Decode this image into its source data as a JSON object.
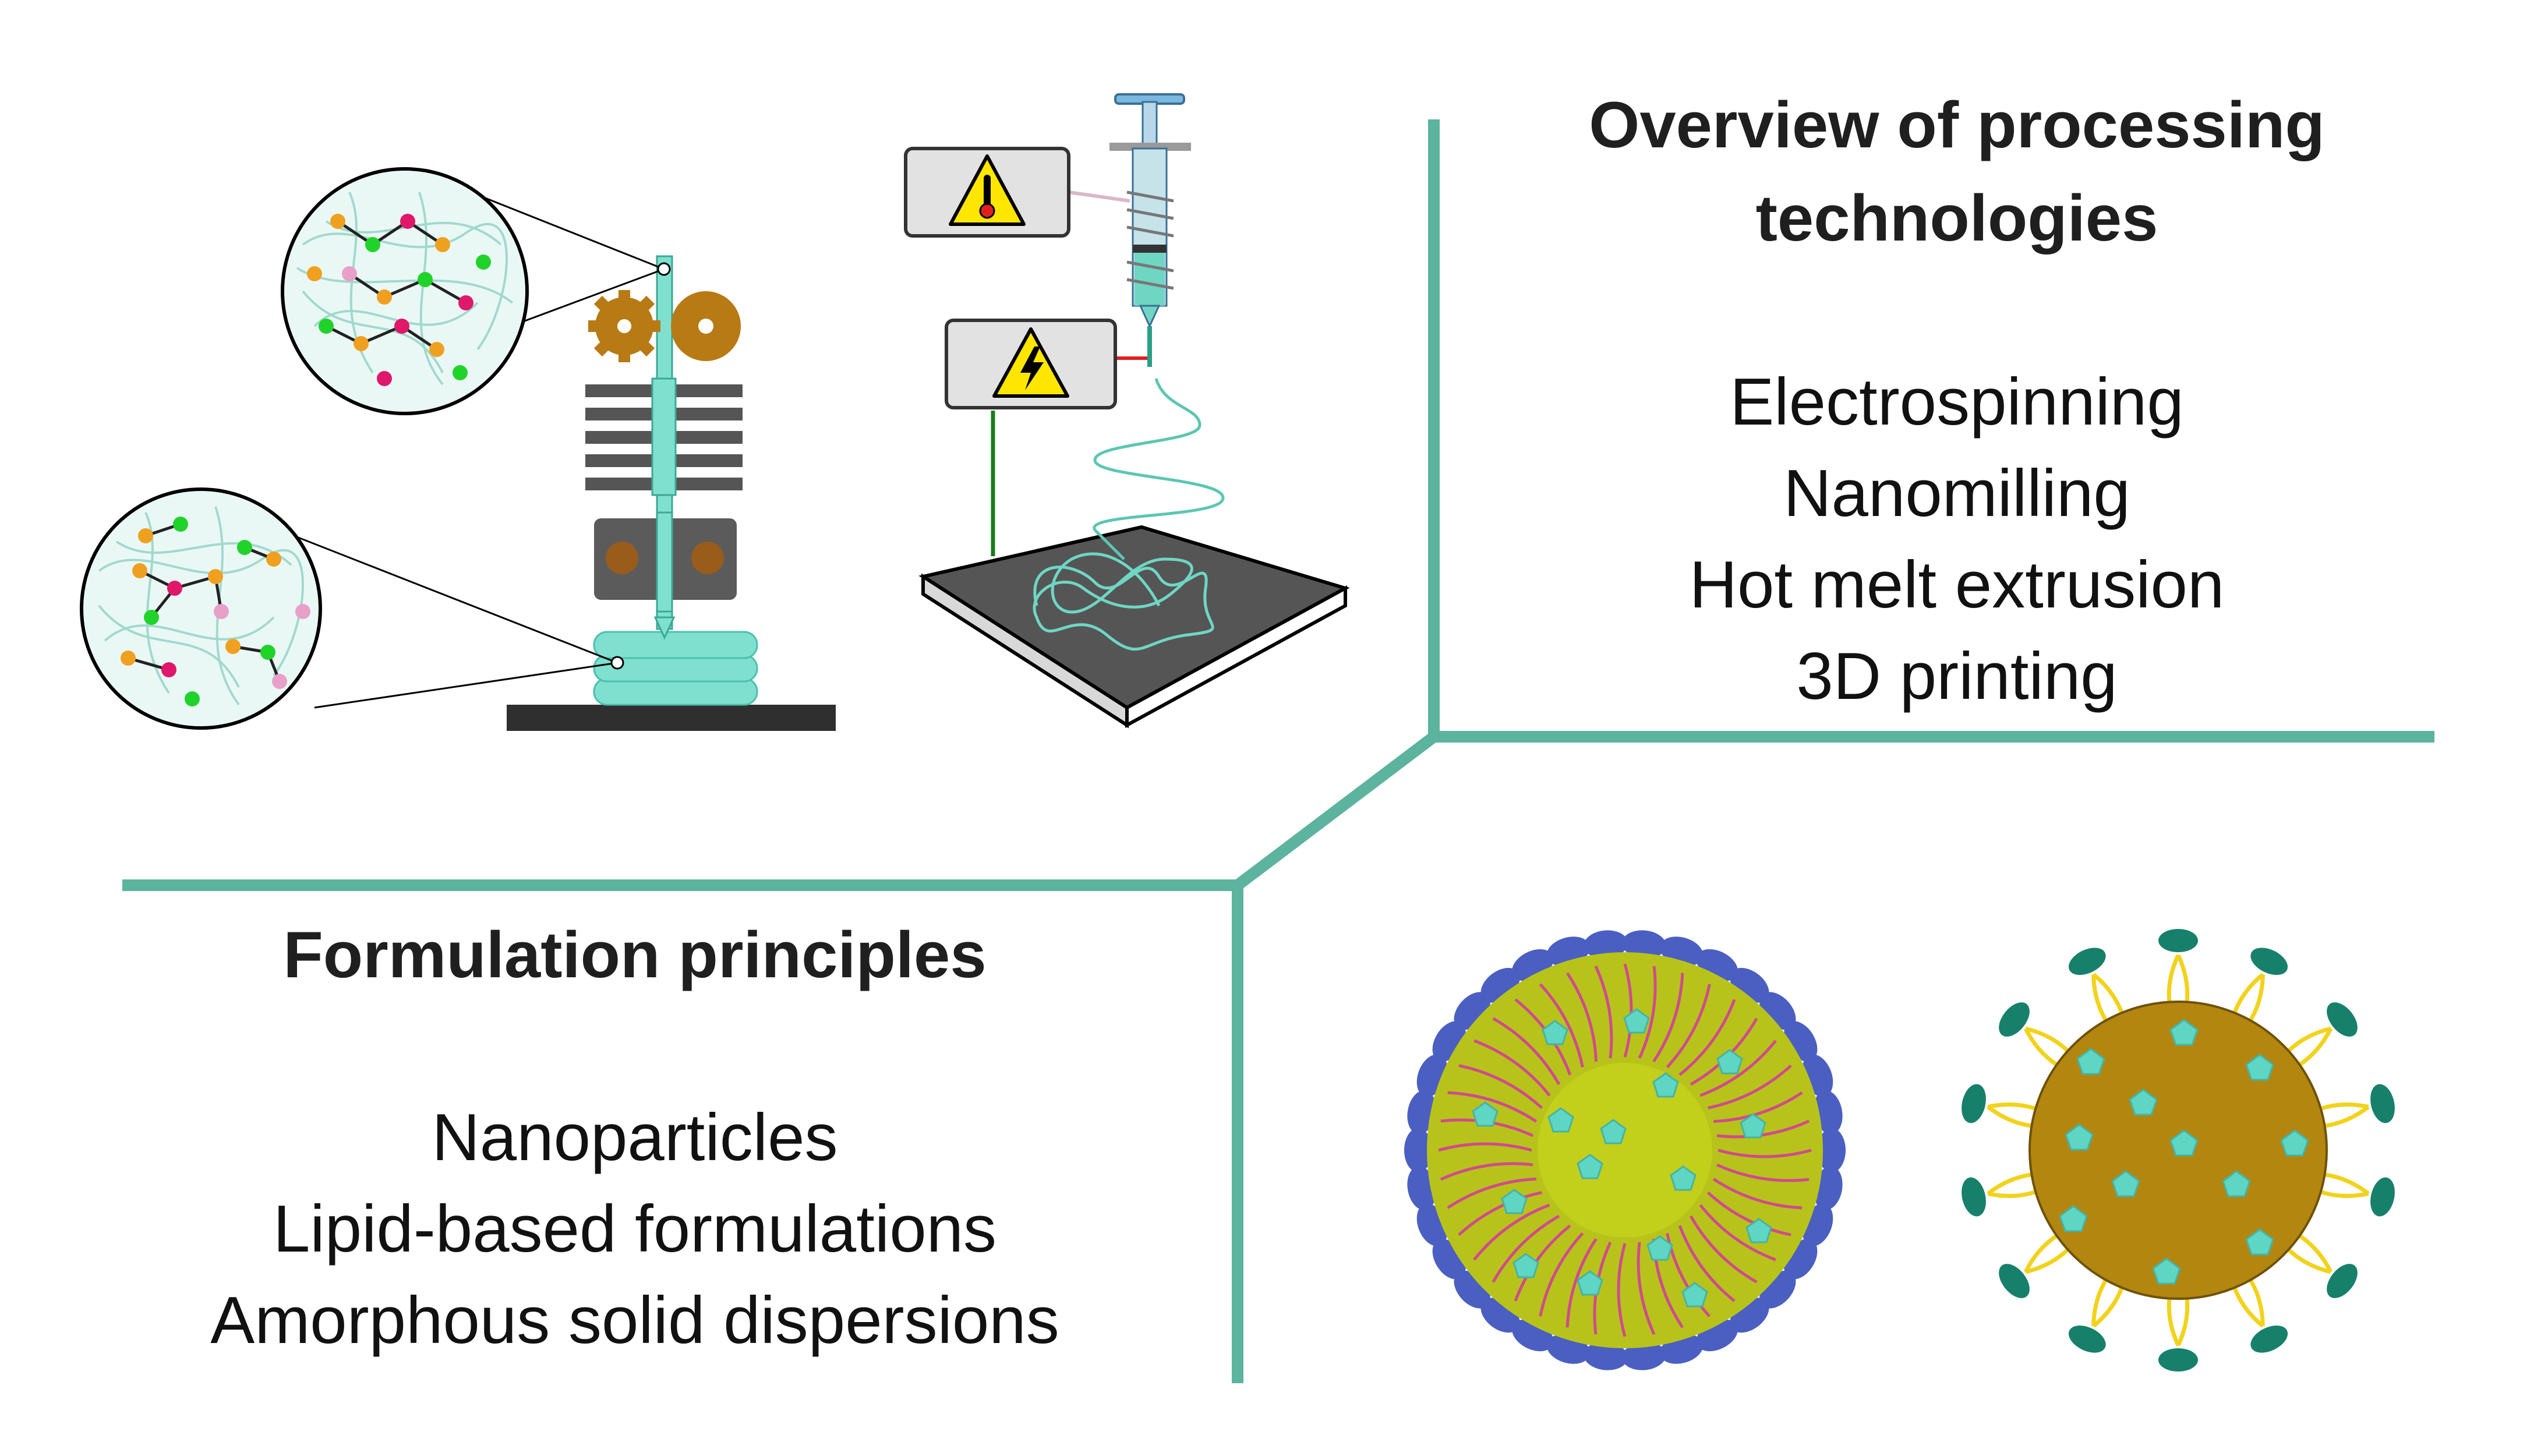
{
  "processing": {
    "heading_line1": "Overview of processing",
    "heading_line2": "technologies",
    "items": [
      "Electrospinning",
      "Nanomilling",
      "Hot melt extrusion",
      "3D printing"
    ]
  },
  "formulation": {
    "heading": "Formulation principles",
    "items": [
      "Nanoparticles",
      "Lipid-based formulations",
      "Amorphous solid dispersions"
    ]
  },
  "colors": {
    "divider": "#5cb39e",
    "polymer_fiber": "#7fe0d0",
    "extruder_gear": "#b87a14",
    "heater_fins": "#555555",
    "micelle_shell": "#4a5fc1",
    "micelle_core": "#b7c31a",
    "micelle_tails": "#d04b8c",
    "drug_particle": "#5fd6c4",
    "nanoparticle_core": "#b3860f",
    "ligand_head": "#17806b",
    "ligand_chain": "#f2d21b",
    "warning_fill": "#ffe600"
  },
  "icons": [
    "thermometer-warning-icon",
    "high-voltage-warning-icon",
    "gear-icon"
  ]
}
